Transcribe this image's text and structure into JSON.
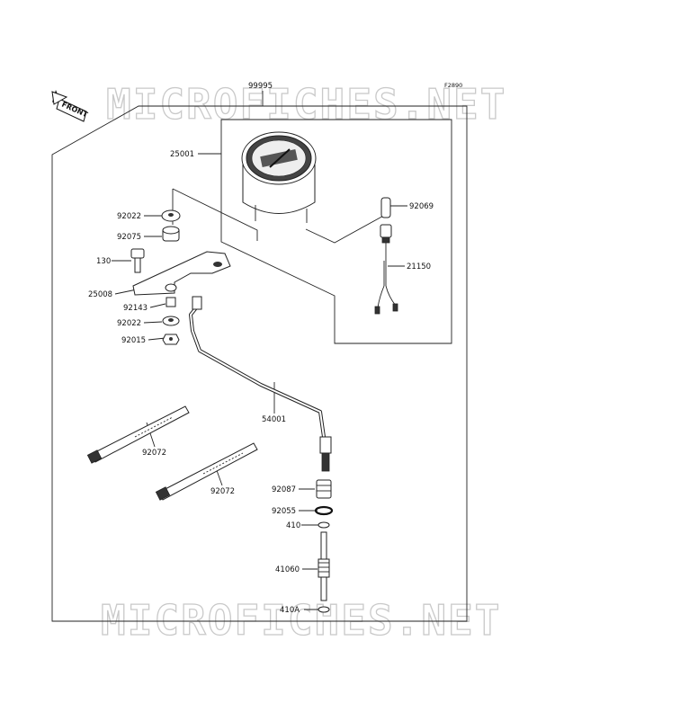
{
  "diagram": {
    "ref_code": "F2890",
    "front_label": "FRONT",
    "watermark": "MICROFICHES.NET",
    "callouts": {
      "c99995": "99995",
      "c25001": "25001",
      "c92022a": "92022",
      "c92069": "92069",
      "c92075": "92075",
      "c130": "130",
      "c21150": "21150",
      "c25008": "25008",
      "c92143": "92143",
      "c92022b": "92022",
      "c92015": "92015",
      "c54001": "54001",
      "c92072a": "92072",
      "c92072b": "92072",
      "c92087": "92087",
      "c92055": "92055",
      "c410": "410",
      "c41060": "41060",
      "c410a": "410A"
    }
  }
}
